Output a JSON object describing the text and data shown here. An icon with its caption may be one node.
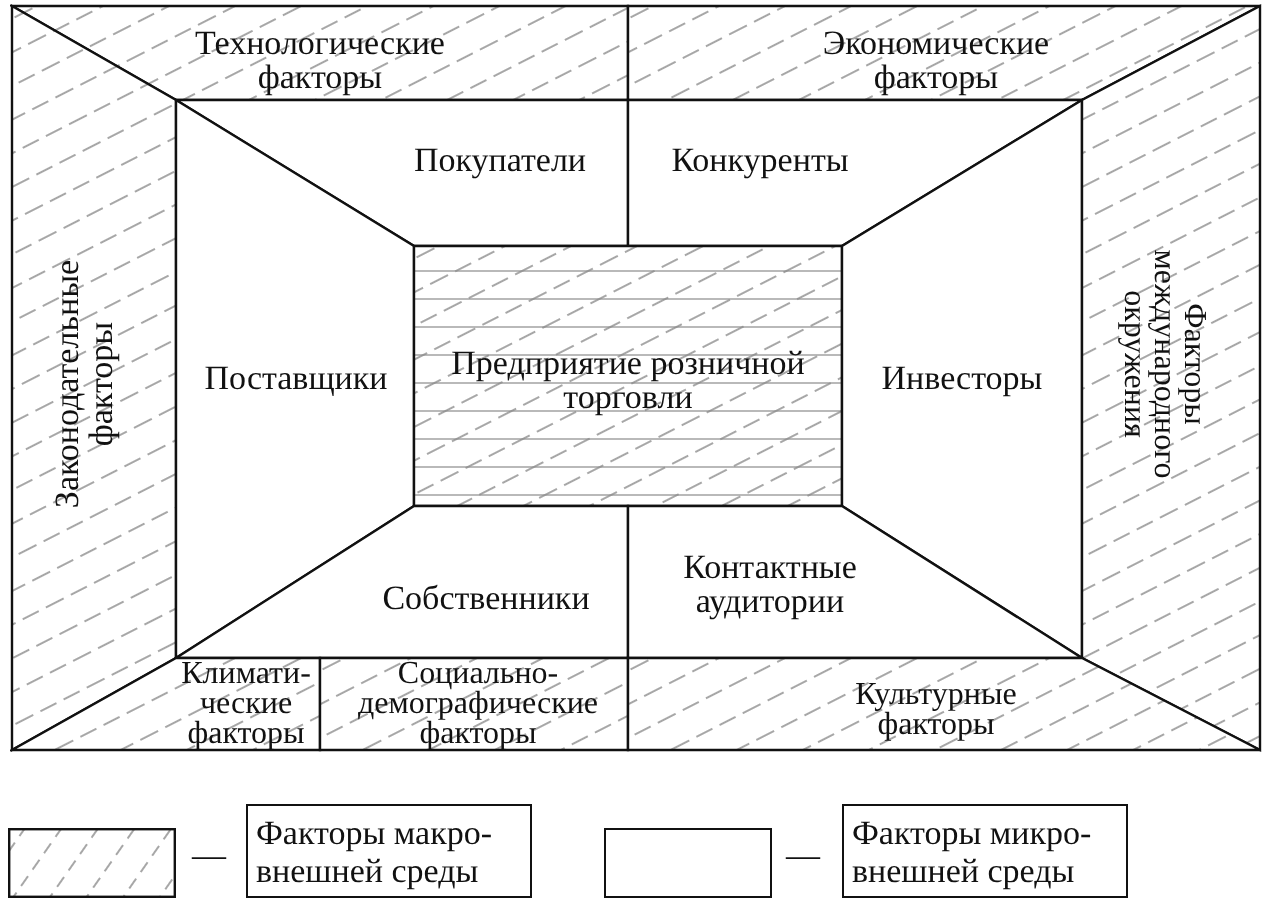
{
  "diagram": {
    "nodes": [
      {
        "text": [
          "Технологические факторы"
        ]
      },
      {
        "text": [
          "Экономические факторы"
        ]
      },
      {
        "text": [
          "Покупатели"
        ]
      },
      {
        "text": [
          "Конкуренты"
        ]
      },
      {
        "text": [
          "Законодательные факторы"
        ]
      },
      {
        "text": [
          "Поставщики"
        ]
      },
      {
        "text": [
          "Предприятие розничной торговли"
        ]
      },
      {
        "text": [
          "Инвесторы"
        ]
      },
      {
        "text": [
          "Факторы международного окружения"
        ]
      },
      {
        "text": [
          "Собственники"
        ]
      },
      {
        "text": [
          "Контактные аудитории"
        ]
      },
      {
        "text": [
          "Климати- ческие факторы"
        ]
      },
      {
        "text": [
          "Социально-демографические факторы"
        ]
      },
      {
        "text": [
          "Культурные факторы"
        ]
      }
    ],
    "labels": [
      "—",
      "—"
    ],
    "legend": [
      {
        "text": "Факторы макро- внешней среды"
      },
      {
        "text": "Факторы микро- внешней среды",
        "color": "#ffffff"
      }
    ]
  }
}
